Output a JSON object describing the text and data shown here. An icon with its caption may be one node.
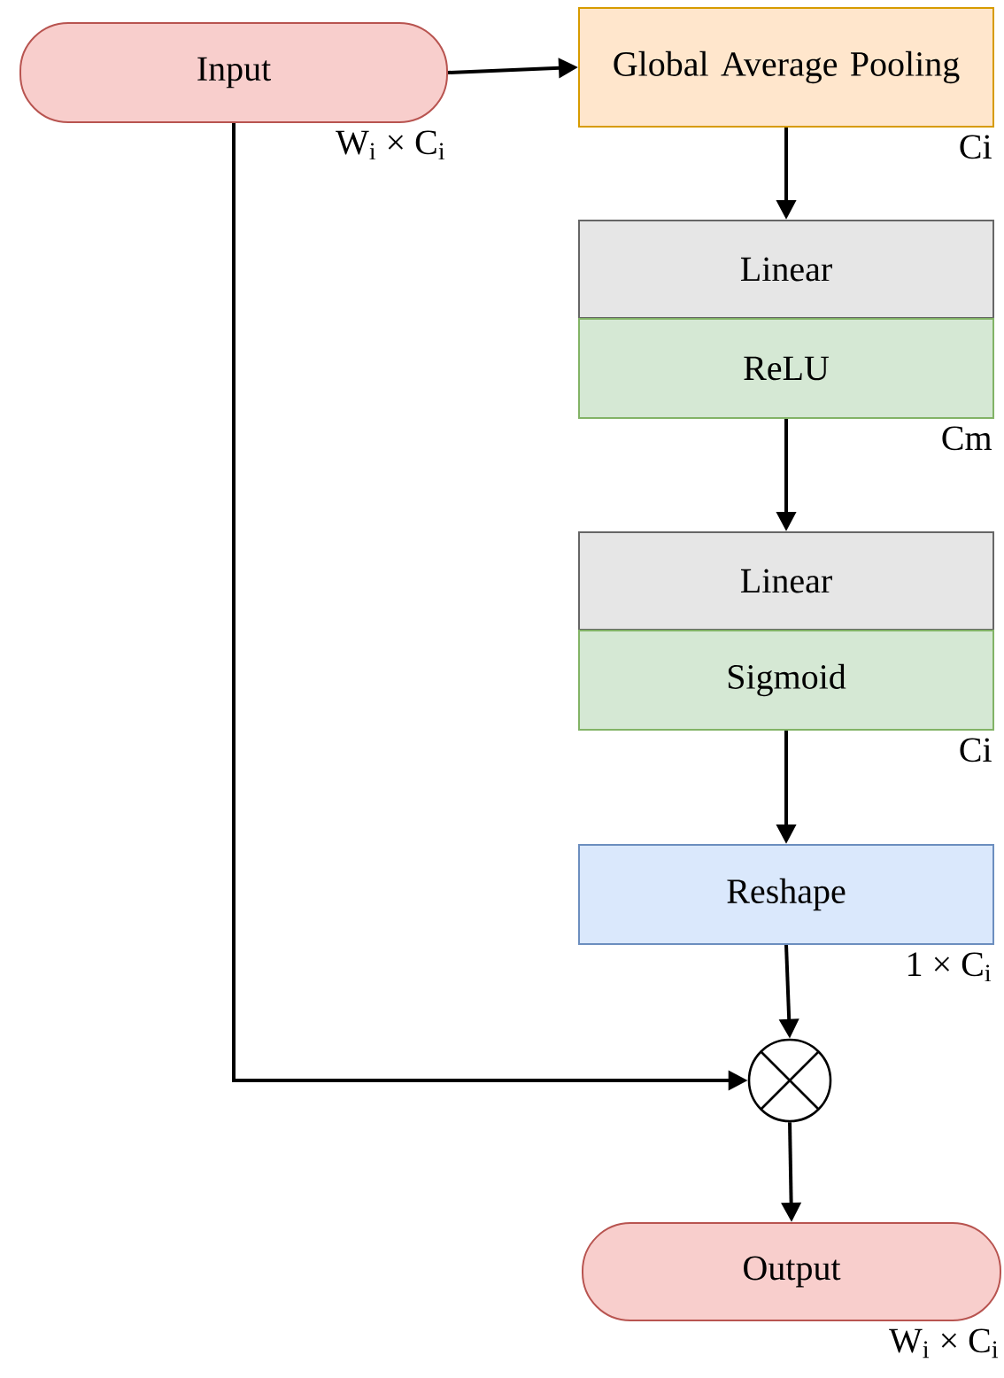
{
  "diagram": {
    "nodes": [
      {
        "text": [
          "Input"
        ],
        "beside": [
          "W$_{i}$ × C$_{i}$"
        ]
      },
      {
        "text": [
          "Global Average Pooling"
        ],
        "beside": [
          "Ci"
        ]
      },
      {
        "text": [
          "Linear"
        ]
      },
      {
        "text": [
          "ReLU"
        ],
        "beside": [
          "Cm"
        ]
      },
      {
        "text": [
          "Linear"
        ]
      },
      {
        "text": [
          "Sigmoid"
        ],
        "beside": [
          "Ci"
        ]
      },
      {
        "text": [
          "Reshape"
        ],
        "beside": [
          "1 × C$_{i}$"
        ]
      },
      {
        "text": [],
        "shape": "circle"
      },
      {
        "text": [
          "Output"
        ],
        "beside": [
          "W$_{i}$ × C$_{i}$"
        ]
      }
    ],
    "edges": [
      {
        "from": 0,
        "to": 1,
        "arrow": "to"
      },
      {
        "from": 1,
        "to": 2,
        "arrow": "to"
      },
      {
        "from": 3,
        "to": 4,
        "arrow": "to"
      },
      {
        "from": 5,
        "to": 6,
        "arrow": "to"
      },
      {
        "from": 6,
        "to": 7,
        "arrow": "to"
      },
      {
        "from": 0,
        "to": 7,
        "arrow": "to"
      },
      {
        "from": 7,
        "to": 8,
        "arrow": "to"
      }
    ]
  }
}
